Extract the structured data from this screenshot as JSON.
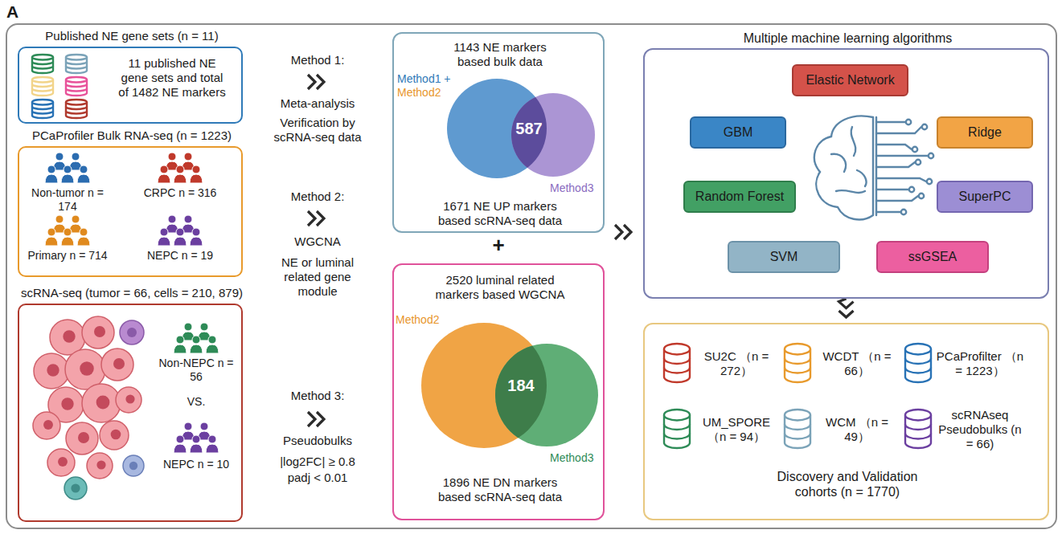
{
  "diagram": {
    "nodes": [
      {
        "text": [
          "Published NE gene sets (n = 11)",
          "11 published NE gene sets and total of 1482 NE markers"
        ]
      },
      {
        "text": [
          "PCaProfiler Bulk RNA-seq (n = 1223)",
          "Non-tumor n = 174",
          "CRPC n = 316",
          "Primary n = 714",
          "NEPC n = 19"
        ]
      },
      {
        "text": [
          "scRNA-seq (tumor = 66, cells = 210, 879)",
          "Non-NEPC n = 56",
          "VS.",
          "NEPC n = 10"
        ]
      },
      {
        "text": [
          "1143 NE markers based bulk data",
          "Method1 +",
          "Method2",
          "587",
          "Method3",
          "1671 NE UP markers based scRNA-seq data"
        ]
      },
      {
        "text": [
          "2520 luminal related markers based WGCNA",
          "Method2",
          "184",
          "Method3",
          "1896 NE DN markers based scRNA-seq data"
        ]
      },
      {
        "text": [
          "Multiple machine learning algorithms"
        ]
      },
      {
        "text": [
          "Elastic Network"
        ],
        "in": 5
      },
      {
        "text": [
          "GBM"
        ],
        "in": 5
      },
      {
        "text": [
          "Ridge"
        ],
        "in": 5
      },
      {
        "text": [
          "Random Forest"
        ],
        "in": 5
      },
      {
        "text": [
          "SuperPC"
        ],
        "in": 5
      },
      {
        "text": [
          "SVM"
        ],
        "in": 5
      },
      {
        "text": [
          "ssGSEA"
        ],
        "in": 5
      },
      {
        "text": [
          "Discovery and Validation cohorts (n = 1770)"
        ]
      },
      {
        "text": [
          "SU2C （n = 272）"
        ],
        "in": 13
      },
      {
        "text": [
          "WCDT （n = 66）"
        ],
        "in": 13
      },
      {
        "text": [
          "PCaProfilter （n = 1223）"
        ],
        "in": 13
      },
      {
        "text": [
          "UM_SPORE （n = 94）"
        ],
        "in": 13
      },
      {
        "text": [
          "WCM （n = 49）"
        ],
        "in": 13
      },
      {
        "text": [
          "scRNAseq Pseudobulks (n = 66)"
        ],
        "in": 13
      }
    ],
    "edges": [
      {
        "from": 5,
        "to": 13,
        "arrow": "to"
      }
    ],
    "labels": [
      "A",
      "Method 1:",
      "Meta-analysis",
      "Verification by scRNA-seq data",
      "Method 2:",
      "WGCNA",
      "NE or luminal related gene module",
      "Method 3:",
      "Pseudobulks",
      "|log2FC| ≥ 0.8",
      "padj < 0.01",
      "+"
    ]
  }
}
